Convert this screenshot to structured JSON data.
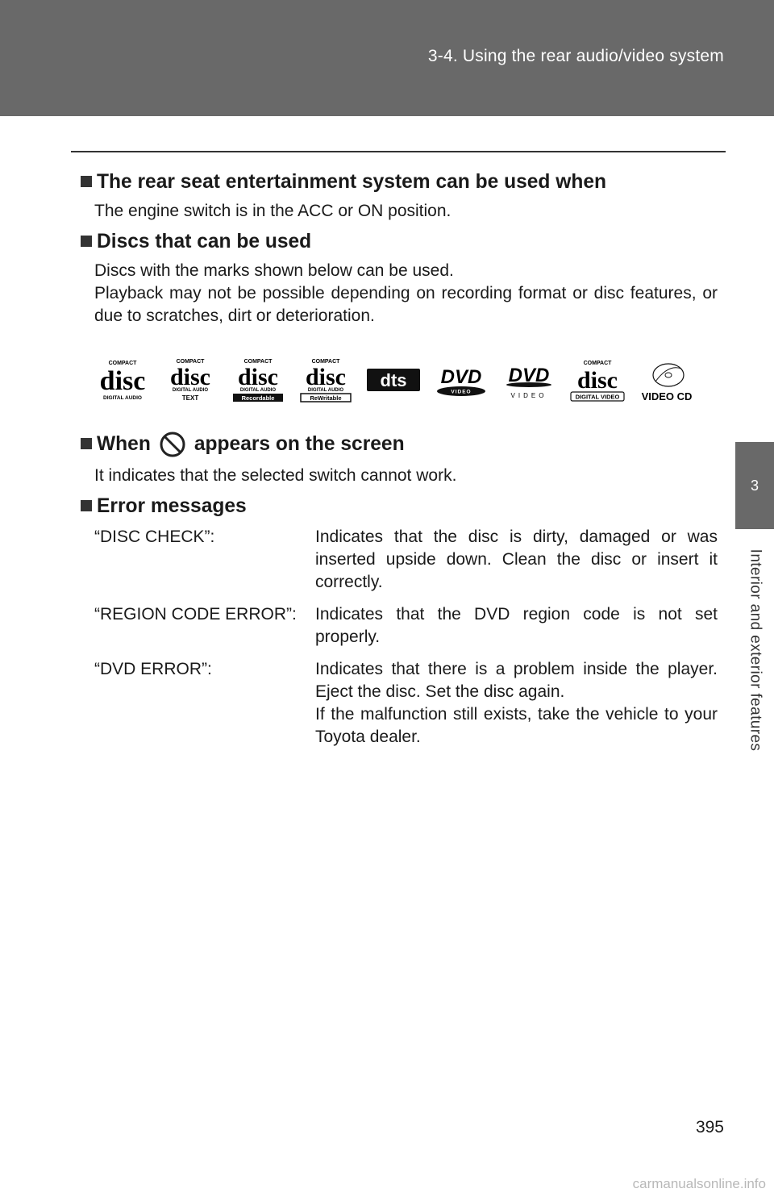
{
  "header": {
    "title": "3-4. Using the rear audio/video system"
  },
  "side_tab": {
    "number": "3",
    "label": "Interior and exterior features"
  },
  "sections": {
    "when_used": {
      "heading": "The rear seat entertainment system can be used when",
      "text": "The engine switch is in the ACC or ON position."
    },
    "discs": {
      "heading": "Discs that can be used",
      "line1": "Discs with the marks shown below can be used.",
      "line2": "Playback may not be possible depending on recording format or disc features, or due to scratches, dirt or deterioration."
    },
    "prohibit": {
      "heading_before": "When",
      "heading_after": "appears on the screen",
      "text": "It indicates that the selected switch cannot work."
    },
    "errors": {
      "heading": "Error messages",
      "items": [
        {
          "code": "“DISC CHECK”:",
          "desc": [
            "Indicates that the disc is dirty, damaged or was inserted upside down. Clean the disc or insert it correctly."
          ]
        },
        {
          "code": "“REGION CODE ERROR”:",
          "desc": [
            "Indicates that the DVD region code is not set properly."
          ]
        },
        {
          "code": "“DVD ERROR”:",
          "desc": [
            "Indicates that there is a problem inside the player. Eject the disc. Set the disc again.",
            "If the malfunction still exists, take the vehicle to your Toyota dealer."
          ]
        }
      ]
    }
  },
  "logos": {
    "cd_compact": "COMPACT",
    "cd_disc": "disc",
    "cd_digital_audio": "DIGITAL AUDIO",
    "cd_text": "TEXT",
    "cd_recordable": "Recordable",
    "cd_rewritable": "ReWritable",
    "dts": "dts",
    "dvd": "DVD",
    "video": "VIDEO",
    "digital_video": "DIGITAL VIDEO",
    "video_cd": "VIDEO CD"
  },
  "page_number": "395",
  "watermark": "carmanualsonline.info"
}
